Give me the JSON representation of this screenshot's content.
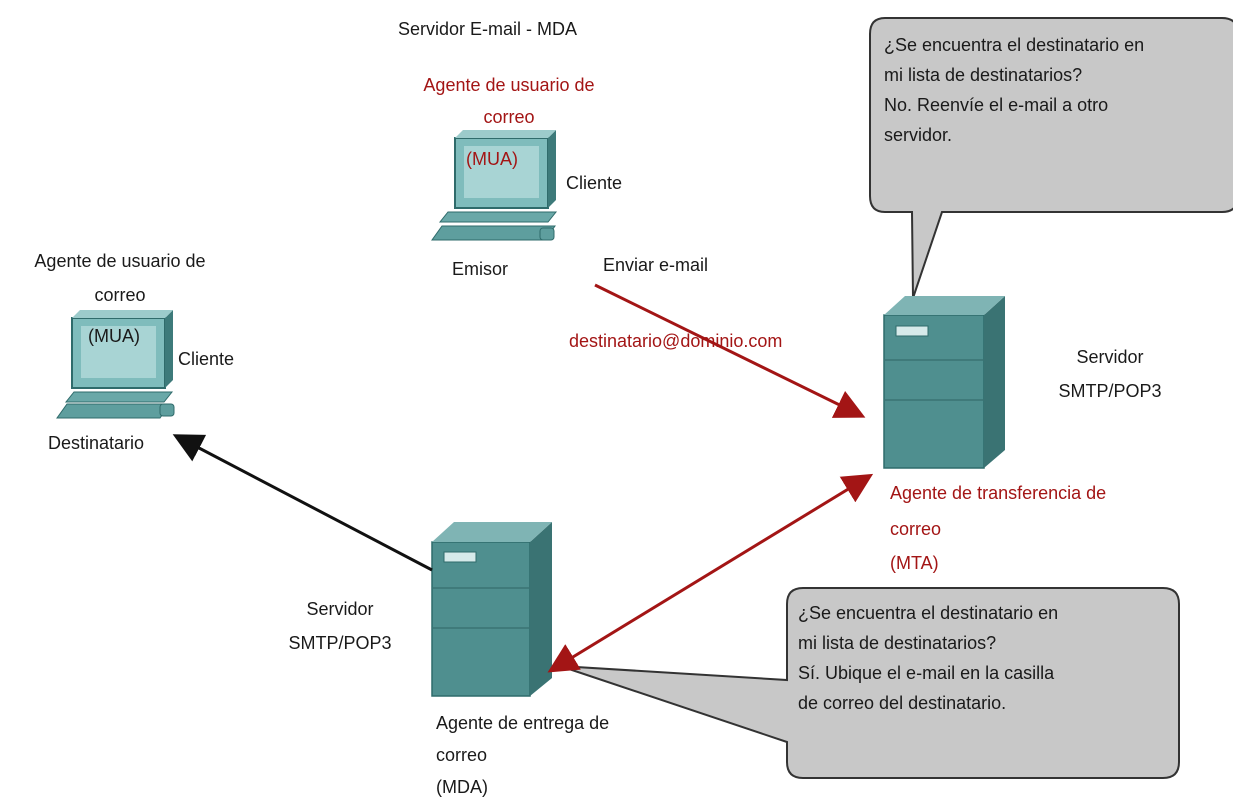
{
  "title": "Servidor E-mail - MDA",
  "sender": {
    "mua_label": [
      "Agente de usuario de",
      "correo",
      "(MUA)"
    ],
    "client_label": "Cliente",
    "role_label": "Emisor"
  },
  "recipient": {
    "mua_label": [
      "Agente de usuario de",
      "correo",
      "(MUA)"
    ],
    "client_label": "Cliente",
    "role_label": "Destinatario"
  },
  "send_arrow": {
    "label": "Enviar e-mail",
    "address": "destinatario@dominio.com"
  },
  "mta_server": {
    "server_label": [
      "Servidor",
      "SMTP/POP3"
    ],
    "agent_label": [
      "Agente de transferencia de",
      "correo",
      "(MTA)"
    ]
  },
  "mda_server": {
    "server_label": [
      "Servidor",
      "SMTP/POP3"
    ],
    "agent_label": [
      "Agente de entrega de",
      "correo",
      "(MDA)"
    ]
  },
  "bubble_mta": [
    "¿Se encuentra el destinatario en",
    "mi lista de destinatarios?",
    "No. Reenvíe el e-mail a otro",
    "servidor."
  ],
  "bubble_mda": [
    "¿Se encuentra el destinatario en",
    "mi lista de destinatarios?",
    "Sí. Ubique el e-mail en la casilla",
    "de correo del destinatario."
  ],
  "colors": {
    "red": "#a31515",
    "arrow_black": "#111111",
    "computer": "#5e9e9e",
    "server": "#4f8f8f",
    "bubble": "#c8c8c8"
  }
}
